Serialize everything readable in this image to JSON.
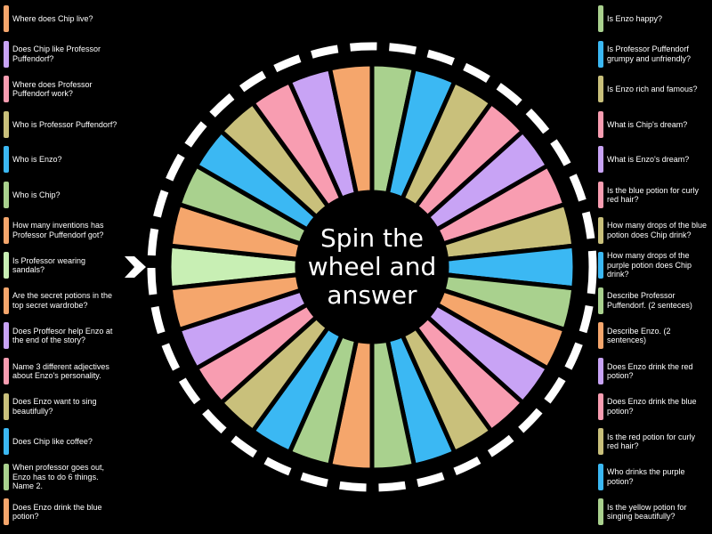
{
  "center": {
    "label": "Spin the wheel and answer"
  },
  "colors": {
    "background": "#000000",
    "ring": "#ffffff",
    "pointer": "#ffffff"
  },
  "segments": [
    {
      "text": "Is Professor wearing sandals?",
      "color": "#c8efb4"
    },
    {
      "text": "How many inventions has Professor Puffendorf got?",
      "color": "#f5a66c"
    },
    {
      "text": "Who is Chip?",
      "color": "#a9d18e"
    },
    {
      "text": "Who is Enzo?",
      "color": "#3bb8f3"
    },
    {
      "text": "Who is Professor Puffendorf?",
      "color": "#c9c07b"
    },
    {
      "text": "Where does Professor Puffendorf work?",
      "color": "#f89db1"
    },
    {
      "text": "Does Chip like Professor Puffendorf?",
      "color": "#c8a3f5"
    },
    {
      "text": "Where does Chip live?",
      "color": "#f5a66c"
    },
    {
      "text": "Is Enzo happy?",
      "color": "#a9d18e"
    },
    {
      "text": "Is Professor Puffendorf grumpy and unfriendly?",
      "color": "#3bb8f3"
    },
    {
      "text": "Is Enzo rich and famous?",
      "color": "#c9c07b"
    },
    {
      "text": "What is Chip's dream?",
      "color": "#f89db1"
    },
    {
      "text": "What is Enzo's dream?",
      "color": "#c8a3f5"
    },
    {
      "text": "Is the blue potion for curly red hair?",
      "color": "#f89db1"
    },
    {
      "text": "How many drops of the blue potion does Chip drink?",
      "color": "#c9c07b"
    },
    {
      "text": "How many drops of the purple potion does Chip drink?",
      "color": "#3bb8f3"
    },
    {
      "text": "Describe Professor Puffendorf. (2 senteces)",
      "color": "#a9d18e"
    },
    {
      "text": "Describe Enzo. (2 sentences)",
      "color": "#f5a66c"
    },
    {
      "text": "Does Enzo drink the red potion?",
      "color": "#c8a3f5"
    },
    {
      "text": "Does Enzo drink the blue potion?",
      "color": "#f89db1"
    },
    {
      "text": "Is the red potion for curly red hair?",
      "color": "#c9c07b"
    },
    {
      "text": "Who drinks the purple potion?",
      "color": "#3bb8f3"
    },
    {
      "text": "Is the yellow potion for singing beautifully?",
      "color": "#a9d18e"
    },
    {
      "text": "Does Enzo drink the blue potion?",
      "color": "#f5a66c"
    },
    {
      "text": "When professor goes out, Enzo has to do 6 things. Name 2.",
      "color": "#a9d18e"
    },
    {
      "text": "Does Chip like coffee?",
      "color": "#3bb8f3"
    },
    {
      "text": "Does Enzo want to sing beautifully?",
      "color": "#c9c07b"
    },
    {
      "text": "Name 3 different adjectives about Enzo's personality.",
      "color": "#f89db1"
    },
    {
      "text": "Does Proffesor help Enzo at the end of the story?",
      "color": "#c8a3f5"
    },
    {
      "text": "Are the secret potions in the top secret wardrobe?",
      "color": "#f5a66c"
    }
  ]
}
